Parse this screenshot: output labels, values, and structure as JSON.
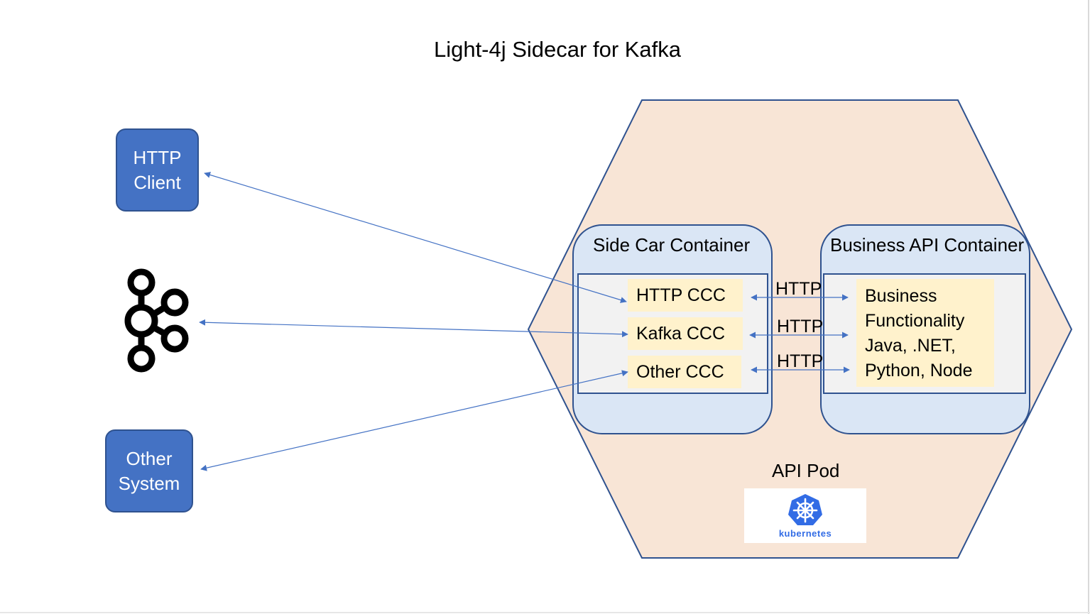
{
  "title": "Light-4j Sidecar for Kafka",
  "external": {
    "http_client": [
      "HTTP",
      "Client"
    ],
    "other_system": [
      "Other",
      "System"
    ]
  },
  "pod": {
    "label": "API Pod",
    "fill_color": "#f8e5d6",
    "logo_text": "kubernetes"
  },
  "sidecar": {
    "title": "Side Car Container",
    "components": [
      "HTTP CCC",
      "Kafka CCC",
      "Other CCC"
    ]
  },
  "business": {
    "title": "Business API Container",
    "lines": [
      "Business",
      "Functionality",
      "Java, .NET,",
      "Python, Node"
    ]
  },
  "links": {
    "protocol_labels": [
      "HTTP",
      "HTTP",
      "HTTP"
    ]
  },
  "icons": {
    "kafka": "kafka-logo-icon",
    "kubernetes": "kubernetes-helm-icon"
  },
  "colors": {
    "box_blue": "#4472c4",
    "border_blue": "#2f528f",
    "container_fill": "#dae6f5",
    "component_fill": "#fff2cc",
    "arrow": "#4472c4",
    "k8s_blue": "#326ce5"
  }
}
